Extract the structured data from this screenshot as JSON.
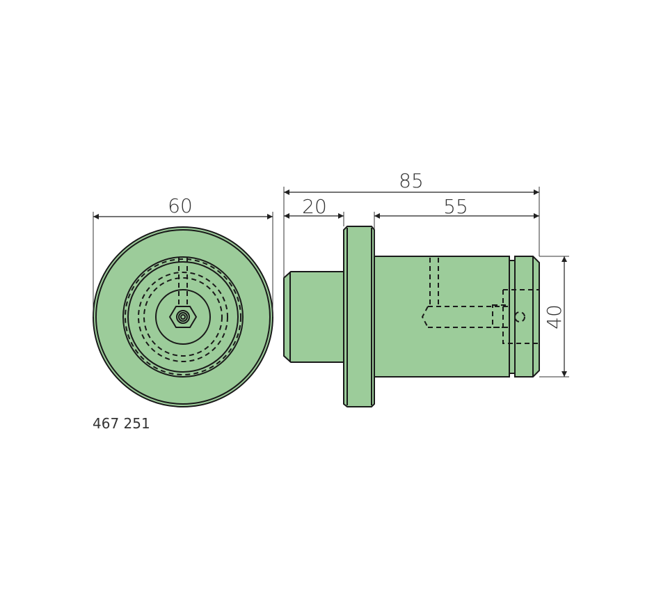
{
  "part_number": "467 251",
  "dimensions": {
    "diameter_front": "60",
    "overall_length": "85",
    "pilot_length": "20",
    "body_length": "55",
    "body_diameter": "40"
  },
  "colors": {
    "part_fill": "#9ccc9a",
    "outline": "#1a1a1a"
  }
}
